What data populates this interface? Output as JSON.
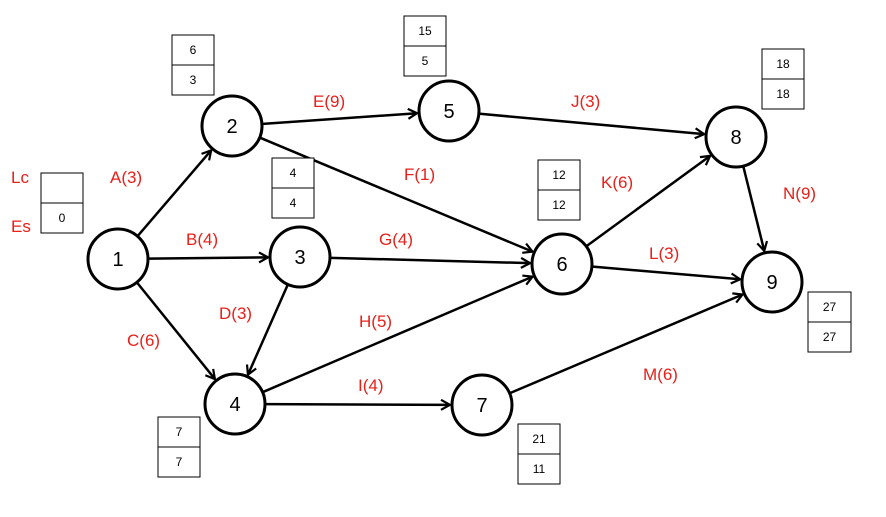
{
  "colors": {
    "label": "#e8201a",
    "stroke": "#000000"
  },
  "legend": {
    "lc": "Lc",
    "es": "Es",
    "lc_value": "",
    "es_value": "0"
  },
  "nodes": [
    {
      "id": "1",
      "lc": "",
      "es": "0"
    },
    {
      "id": "2",
      "lc": "6",
      "es": "3"
    },
    {
      "id": "3",
      "lc": "4",
      "es": "4"
    },
    {
      "id": "4",
      "lc": "7",
      "es": "7"
    },
    {
      "id": "5",
      "lc": "15",
      "es": "5"
    },
    {
      "id": "6",
      "lc": "12",
      "es": "12"
    },
    {
      "id": "7",
      "lc": "21",
      "es": "11"
    },
    {
      "id": "8",
      "lc": "18",
      "es": "18"
    },
    {
      "id": "9",
      "lc": "27",
      "es": "27"
    }
  ],
  "edges": [
    {
      "from": "1",
      "to": "2",
      "label": "A(3)"
    },
    {
      "from": "1",
      "to": "3",
      "label": "B(4)"
    },
    {
      "from": "1",
      "to": "4",
      "label": "C(6)"
    },
    {
      "from": "3",
      "to": "4",
      "label": "D(3)"
    },
    {
      "from": "2",
      "to": "5",
      "label": "E(9)"
    },
    {
      "from": "2",
      "to": "6",
      "label": "F(1)"
    },
    {
      "from": "3",
      "to": "6",
      "label": "G(4)"
    },
    {
      "from": "4",
      "to": "6",
      "label": "H(5)"
    },
    {
      "from": "4",
      "to": "7",
      "label": "I(4)"
    },
    {
      "from": "5",
      "to": "8",
      "label": "J(3)"
    },
    {
      "from": "6",
      "to": "8",
      "label": "K(6)"
    },
    {
      "from": "6",
      "to": "9",
      "label": "L(3)"
    },
    {
      "from": "7",
      "to": "9",
      "label": "M(6)"
    },
    {
      "from": "8",
      "to": "9",
      "label": "N(9)"
    }
  ]
}
